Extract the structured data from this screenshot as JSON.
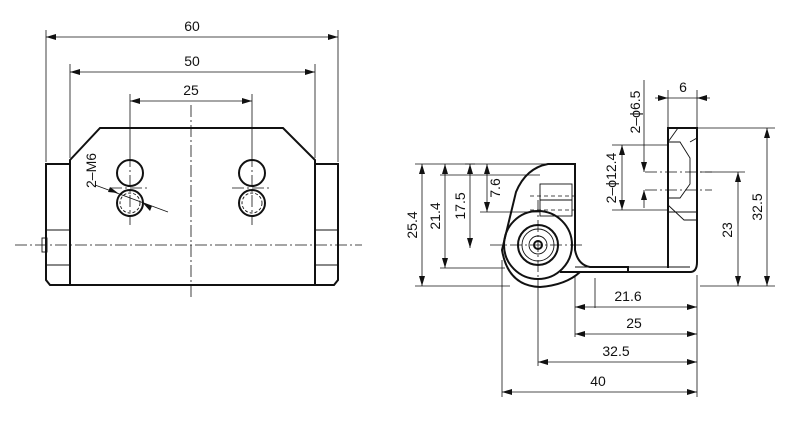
{
  "front_view": {
    "dims": {
      "overall_width": "60",
      "hole_row_span": "50",
      "hole_pitch": "25"
    },
    "thread_callout": "2–M6"
  },
  "side_view": {
    "dims": {
      "h_25_4": "25.4",
      "h_21_4": "21.4",
      "h_17_5": "17.5",
      "h_7_6": "7.6",
      "bore_12_4": "2–ϕ12.4",
      "bore_6_5": "2–ϕ6.5",
      "wall_6": "6",
      "h_23": "23",
      "h_32_5": "32.5",
      "w_21_6": "21.6",
      "w_25": "25",
      "w_32_5": "32.5",
      "w_40": "40"
    }
  }
}
